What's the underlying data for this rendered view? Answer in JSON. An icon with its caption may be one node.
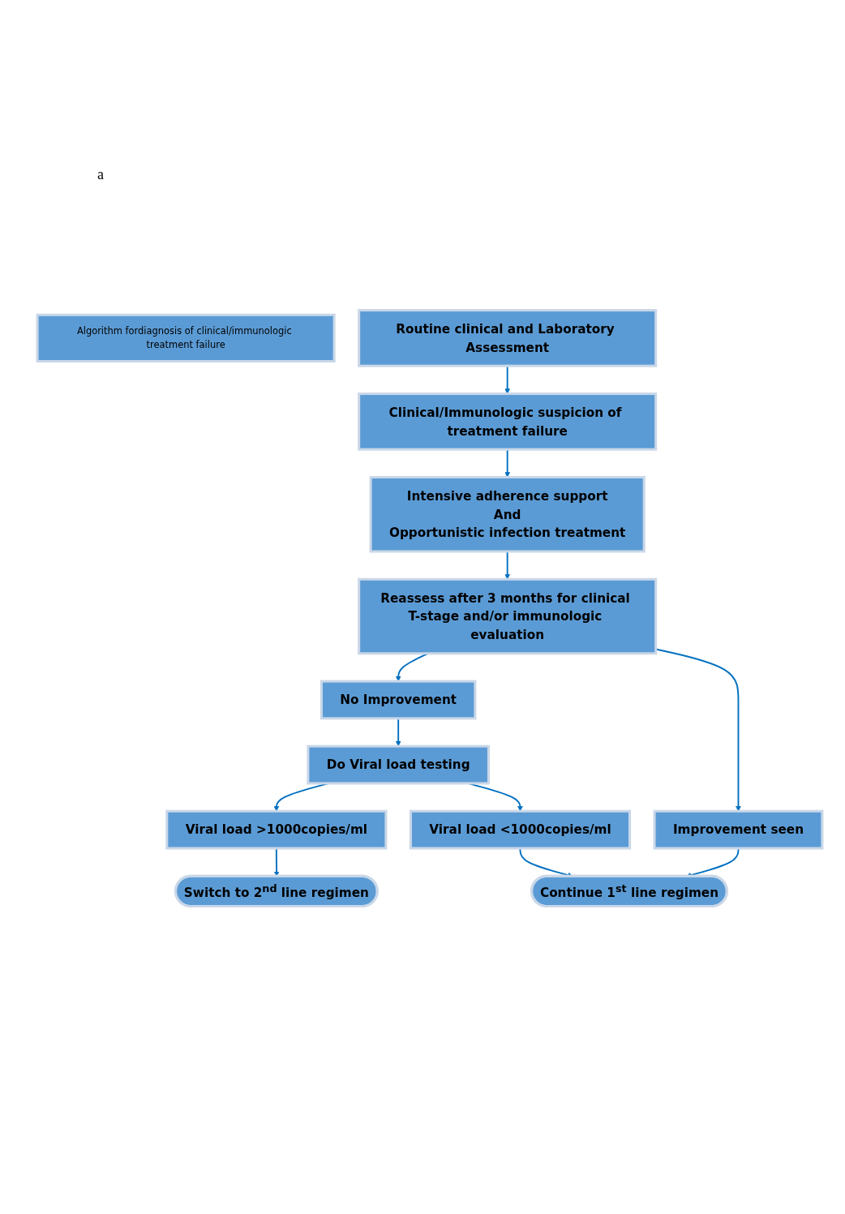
{
  "diagram": {
    "nodes": [
      {
        "text": [
          "Algorithm fordiagnosis of clinical/immunologic treatment failure"
        ]
      },
      {
        "text": [
          "Routine clinical and Laboratory Assessment"
        ]
      },
      {
        "text": [
          "Clinical/Immunologic suspicion of treatment failure"
        ]
      },
      {
        "text": [
          "Intensive adherence support",
          "And",
          "Opportunistic infection treatment"
        ]
      },
      {
        "text": [
          "Reassess after 3 months for clinical T-stage and/or immunologic evaluation"
        ]
      },
      {
        "text": [
          "No Improvement"
        ]
      },
      {
        "text": [
          "Improvement seen"
        ]
      },
      {
        "text": [
          "Do Viral load testing"
        ]
      },
      {
        "text": [
          "Viral load >1000copies/ml"
        ]
      },
      {
        "text": [
          "Viral load <1000copies/ml"
        ]
      },
      {
        "text": [
          "Switch to 2$^{nd}$ line regimen"
        ]
      },
      {
        "text": [
          "Continue 1$^{st}$ line regimen"
        ]
      }
    ],
    "edges": [
      {
        "from": 1,
        "to": 2,
        "arrow": "to"
      },
      {
        "from": 2,
        "to": 3,
        "arrow": "to"
      },
      {
        "from": 3,
        "to": 4,
        "arrow": "to"
      },
      {
        "from": 4,
        "to": 5,
        "arrow": "to"
      },
      {
        "from": 4,
        "to": 6,
        "arrow": "to"
      },
      {
        "from": 5,
        "to": 7,
        "arrow": "to"
      },
      {
        "from": 7,
        "to": 8,
        "arrow": "to"
      },
      {
        "from": 7,
        "to": 9,
        "arrow": "to"
      },
      {
        "from": 8,
        "to": 10,
        "arrow": "to"
      },
      {
        "from": 9,
        "to": 11,
        "arrow": "to"
      },
      {
        "from": 6,
        "to": 11,
        "arrow": "to"
      }
    ],
    "labels": [
      "a"
    ]
  }
}
